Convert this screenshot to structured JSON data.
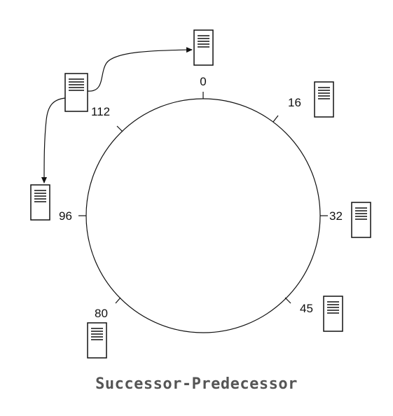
{
  "caption": "Successor-Predecessor",
  "ring": {
    "nodes": [
      {
        "id": "0",
        "label": "0"
      },
      {
        "id": "16",
        "label": "16"
      },
      {
        "id": "32",
        "label": "32"
      },
      {
        "id": "45",
        "label": "45"
      },
      {
        "id": "80",
        "label": "80"
      },
      {
        "id": "96",
        "label": "96"
      },
      {
        "id": "112",
        "label": "112"
      }
    ]
  },
  "arrows": [
    {
      "from": "112",
      "to": "0"
    },
    {
      "from": "112",
      "to": "96"
    }
  ],
  "colors": {
    "stroke": "#111111",
    "caption": "#555555"
  },
  "icons": {
    "server": "server-icon"
  }
}
